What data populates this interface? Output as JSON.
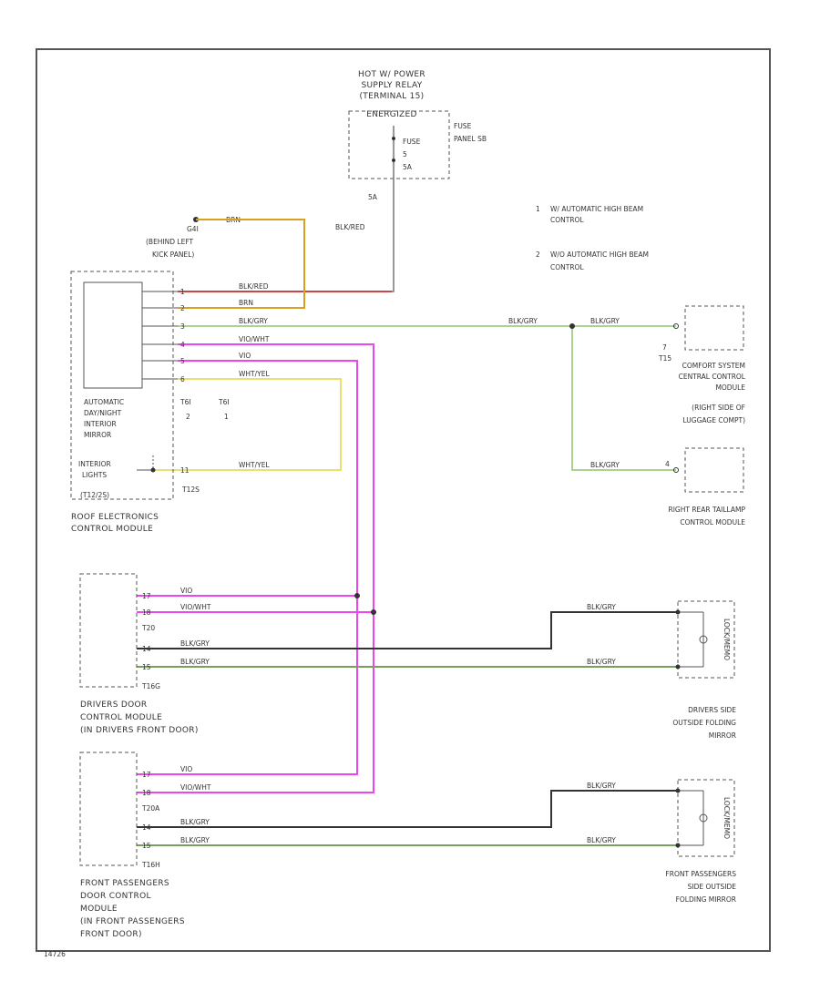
{
  "colors": {
    "border": "#555555",
    "wire_red": "#cc2222",
    "wire_orange": "#d9a020",
    "wire_green": "#8fc46a",
    "wire_magenta": "#ee44ee",
    "wire_yellow": "#e8e070",
    "wire_black": "#333333",
    "wire_gray": "#777777"
  },
  "relay": {
    "title": [
      "HOT W/ POWER",
      "SUPPLY RELAY",
      "(TERMINAL 15)",
      "ENERGIZED"
    ],
    "fuse_label": [
      "FUSE",
      "5",
      "5A"
    ],
    "panel_label": [
      "FUSE",
      "PANEL SB"
    ],
    "amps": "5A",
    "wire": "BLK/RED"
  },
  "ground": {
    "id": "G4I",
    "location": [
      "(BEHIND LEFT",
      "KICK PANEL)"
    ],
    "wire": "BRN"
  },
  "legend": {
    "items": [
      {
        "num": "1",
        "text": [
          "W/ AUTOMATIC HIGH BEAM",
          "CONTROL"
        ]
      },
      {
        "num": "2",
        "text": [
          "W/O AUTOMATIC HIGH BEAM",
          "CONTROL"
        ]
      }
    ]
  },
  "roof_module": {
    "mirror_label": [
      "AUTOMATIC",
      "DAY/NIGHT",
      "INTERIOR",
      "MIRROR"
    ],
    "light_label": [
      "INTERIOR",
      "LIGHTS",
      "(T12/2S)"
    ],
    "connector": "T12S",
    "name": [
      "ROOF ELECTRONICS",
      "CONTROL MODULE"
    ],
    "sub_connectors": [
      {
        "id": "T6I",
        "pin": "2"
      },
      {
        "id": "T6I",
        "pin": "1"
      }
    ],
    "pins": [
      "1",
      "2",
      "3",
      "4",
      "5",
      "6"
    ],
    "wires": [
      "BLK/RED",
      "BRN",
      "BLK/GRY",
      "VIO/WHT",
      "VIO",
      "WHT/YEL"
    ],
    "light_pin": "11",
    "light_wire": "WHT/YEL"
  },
  "comfort_module": {
    "name": [
      "COMFORT SYSTEM",
      "CENTRAL CONTROL",
      "MODULE",
      "(RIGHT SIDE OF",
      "LUGGAGE COMPT)"
    ],
    "connector": "T15",
    "pin": "7",
    "wire_left": "BLK/GRY",
    "wire_right": "BLK/GRY"
  },
  "taillamp_module": {
    "name": [
      "RIGHT REAR TAILLAMP",
      "CONTROL MODULE"
    ],
    "pin": "4",
    "wire": "BLK/GRY"
  },
  "driver_door": {
    "name": [
      "DRIVERS DOOR",
      "CONTROL MODULE",
      "(IN DRIVERS FRONT DOOR)"
    ],
    "connector_top": "T20",
    "connector_bottom": "T16G",
    "pins": [
      "17",
      "18",
      "14",
      "15"
    ],
    "wires": [
      "VIO",
      "VIO/WHT",
      "BLK/GRY",
      "BLK/GRY"
    ],
    "right_wires": [
      "BLK/GRY",
      "BLK/GRY"
    ]
  },
  "driver_mirror": {
    "name": [
      "DRIVERS SIDE",
      "OUTSIDE FOLDING",
      "MIRROR"
    ],
    "side_label": "LOCK/MEMO"
  },
  "passenger_door": {
    "name": [
      "FRONT PASSENGERS",
      "DOOR CONTROL",
      "MODULE",
      "(IN FRONT PASSENGERS",
      "FRONT DOOR)"
    ],
    "connector_top": "T20A",
    "connector_bottom": "T16H",
    "pins": [
      "17",
      "18",
      "14",
      "15"
    ],
    "wires": [
      "VIO",
      "VIO/WHT",
      "BLK/GRY",
      "BLK/GRY"
    ],
    "right_wires": [
      "BLK/GRY",
      "BLK/GRY"
    ]
  },
  "passenger_mirror": {
    "name": [
      "FRONT PASSENGERS",
      "SIDE OUTSIDE",
      "FOLDING MIRROR"
    ],
    "side_label": "LOCK/MEMO"
  },
  "footer": "14726"
}
